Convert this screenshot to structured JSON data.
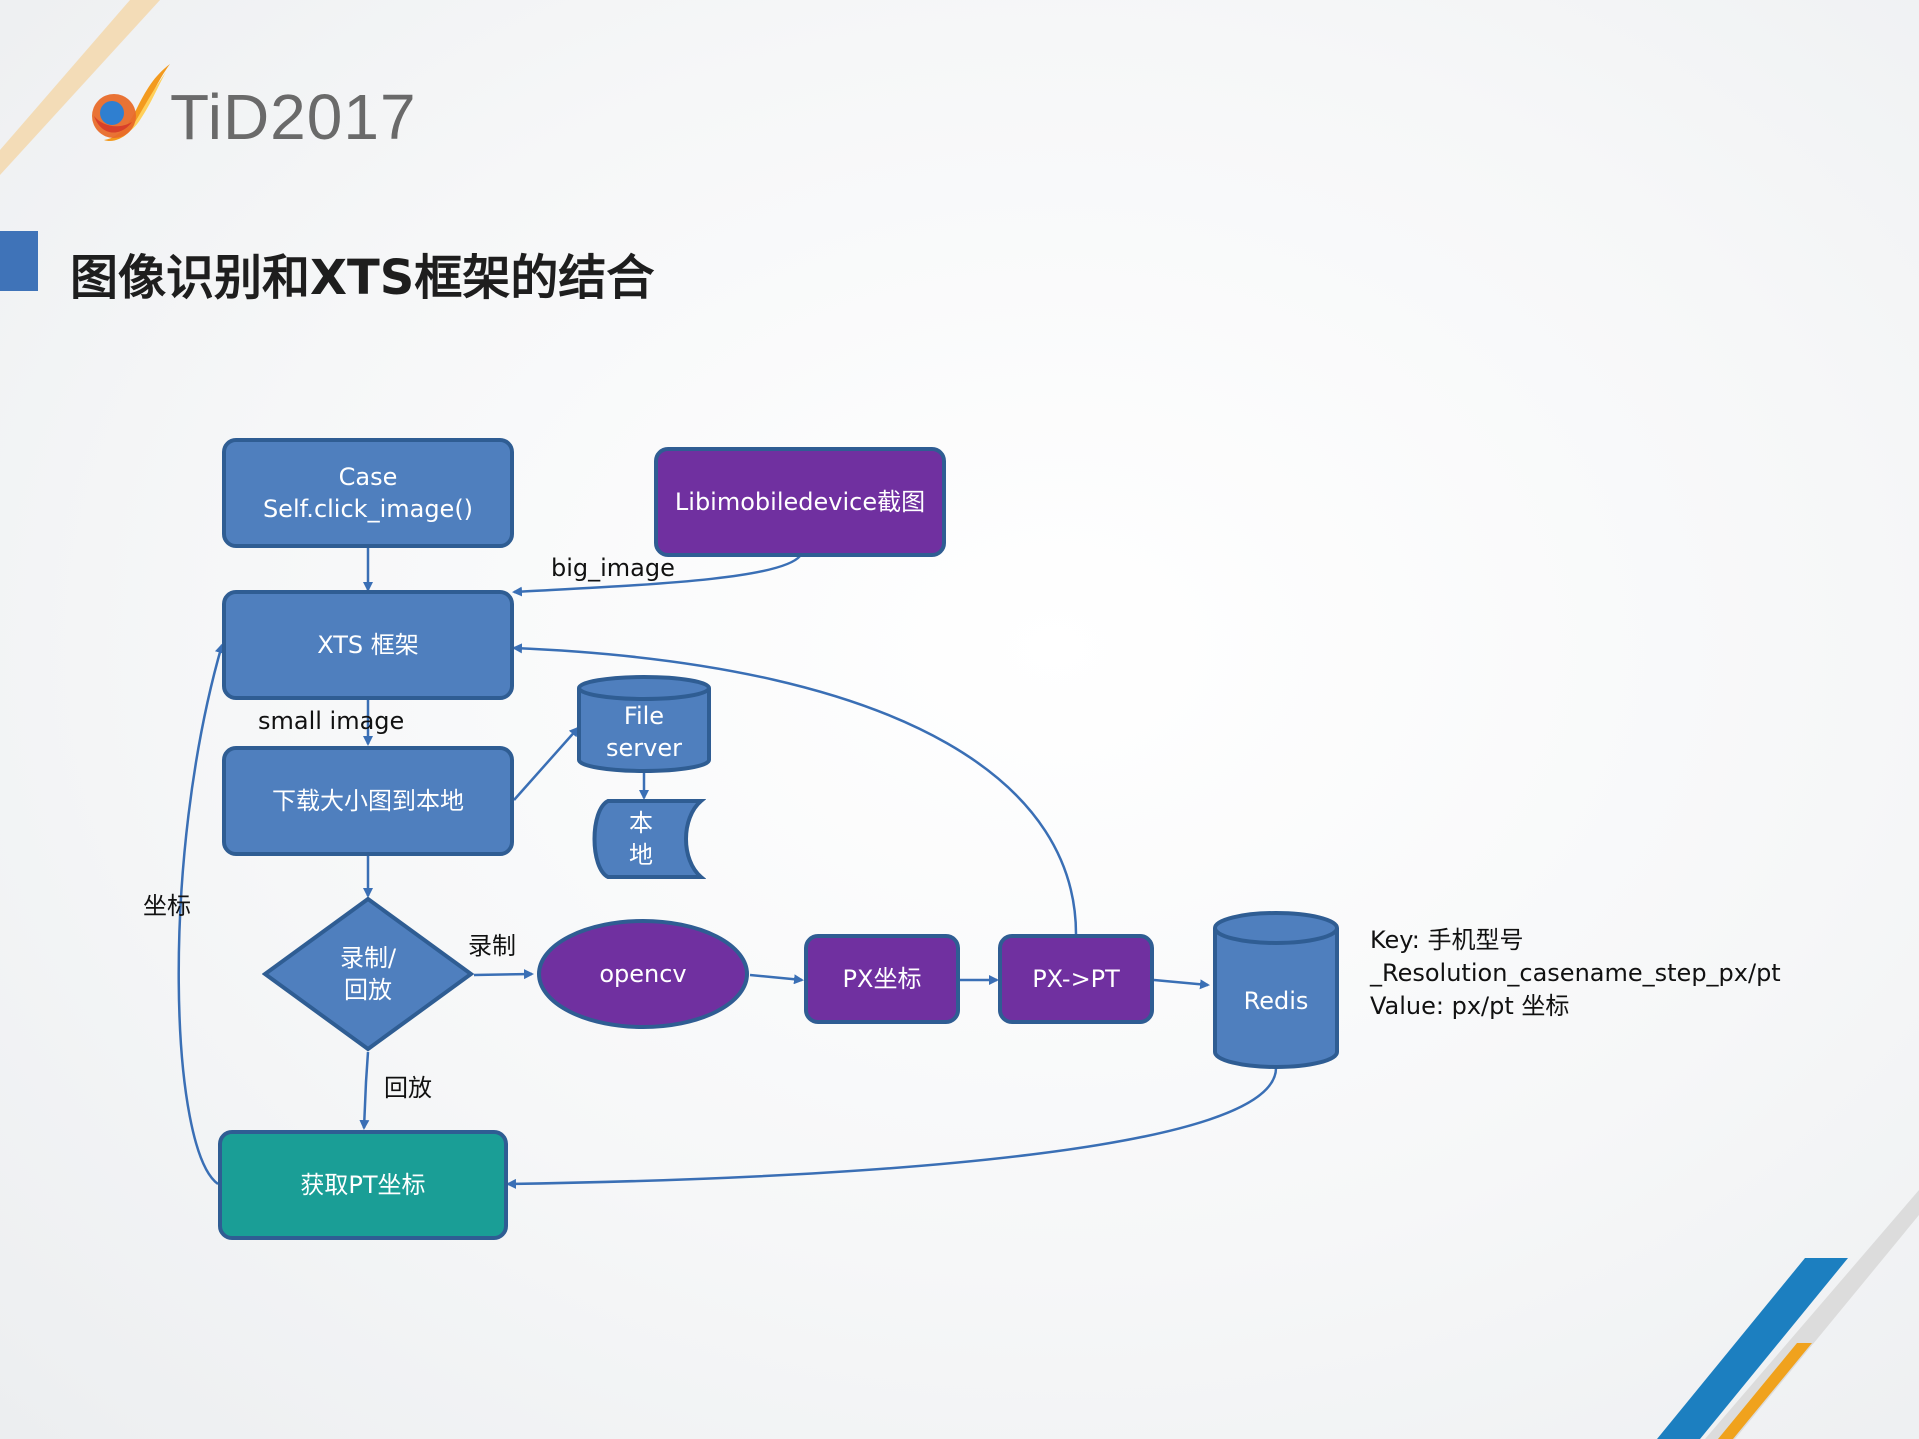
{
  "header": {
    "logo_text": "TiD2017",
    "title": "图像识别和XTS框架的结合"
  },
  "colors": {
    "node_blue": "#4f7fbe",
    "node_purple": "#7030a0",
    "node_teal": "#1a9e96",
    "border": "#2f5d93",
    "arrow": "#3a6fb5",
    "title_marker": "#3f73b8"
  },
  "nodes": {
    "case": {
      "line1": "Case",
      "line2": "Self.click_image()"
    },
    "libimobile": {
      "label": "Libimobiledevice截图"
    },
    "xts": {
      "label": "XTS 框架"
    },
    "download": {
      "label": "下载大小图到本地"
    },
    "file_server": {
      "line1": "File",
      "line2": "server"
    },
    "local": {
      "line1": "本",
      "line2": "地"
    },
    "decision": {
      "line1": "录制/",
      "line2": "回放"
    },
    "opencv": {
      "label": "opencv"
    },
    "px": {
      "label": "PX坐标"
    },
    "pxpt": {
      "label": "PX->PT"
    },
    "redis": {
      "label": "Redis"
    },
    "get_pt": {
      "label": "获取PT坐标"
    }
  },
  "edge_labels": {
    "big_image": "big_image",
    "small_image": "small image",
    "record": "录制",
    "playback": "回放",
    "coordinate": "坐标"
  },
  "note": {
    "line1": "Key: 手机型号",
    "line2": "_Resolution_casename_step_px/pt",
    "line3": "Value: px/pt 坐标"
  }
}
